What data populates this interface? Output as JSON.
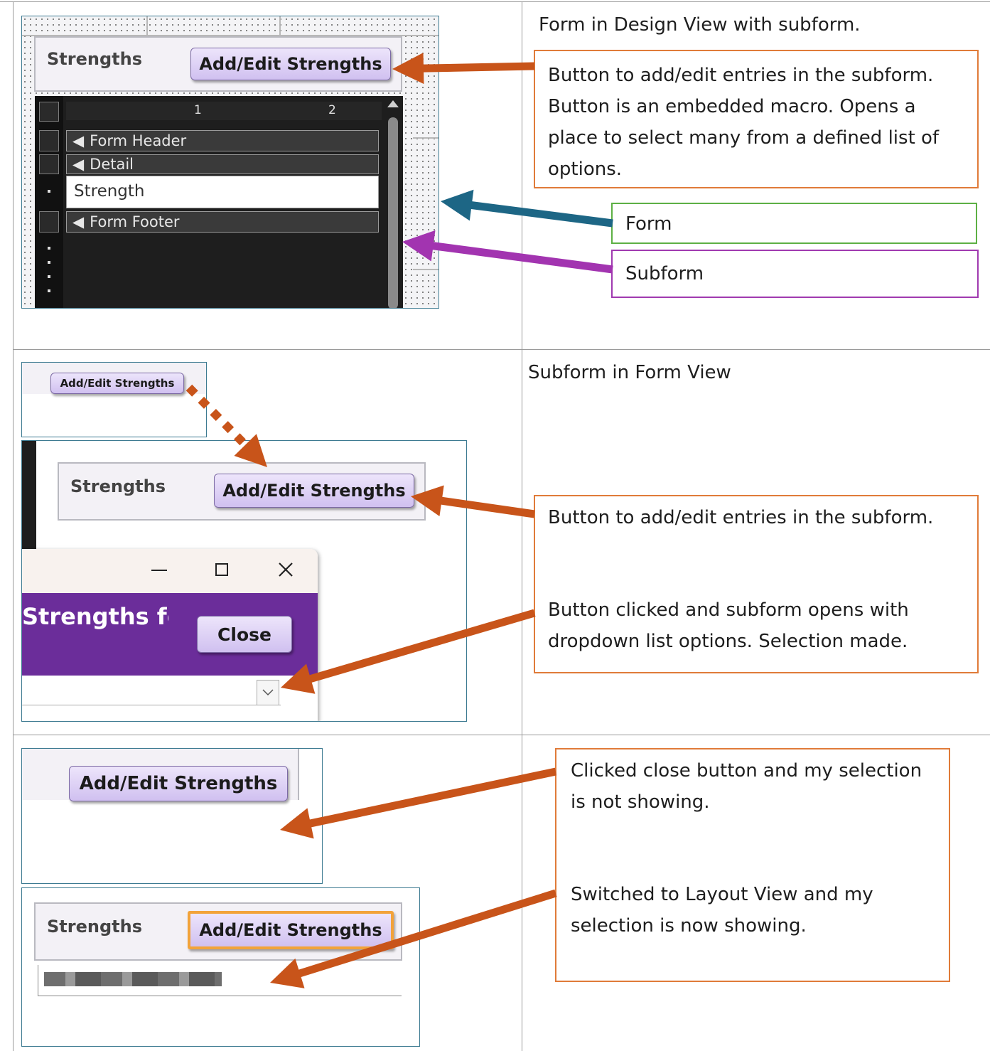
{
  "row1": {
    "caption": "Form in Design View with subform.",
    "note_button": "Button to add/edit entries in the subform. Button is an embedded macro. Opens a place to select many from a defined list of options.",
    "note_form": "Form",
    "note_subform": "Subform",
    "shot": {
      "label": "Strengths",
      "button": "Add/Edit Strengths",
      "ruler_1": "1",
      "ruler_2": "2",
      "section_header": "Form Header",
      "section_detail": "Detail",
      "field": "Strength",
      "section_footer": "Form Footer"
    }
  },
  "row2": {
    "caption": "Subform in Form View",
    "note_1": "Button to add/edit entries in the subform.",
    "note_2": "Button clicked and subform opens with dropdown list options. Selection made.",
    "shot_small_button": "Add/Edit Strengths",
    "shot": {
      "label": "Strengths",
      "button": "Add/Edit Strengths",
      "popup_title": "Strengths fc",
      "popup_close": "Close"
    }
  },
  "row3": {
    "note_1": "Clicked close button and my selection is not showing.",
    "note_2": "Switched to Layout View and my selection is now showing.",
    "shot1_button": "Add/Edit Strengths",
    "shot2": {
      "label": "Strengths",
      "button": "Add/Edit Strengths"
    }
  },
  "colors": {
    "arrow_orange": "#c8541a",
    "arrow_teal": "#1d6685",
    "arrow_purple": "#a234b0",
    "popup_purple": "#6b2d9a"
  }
}
